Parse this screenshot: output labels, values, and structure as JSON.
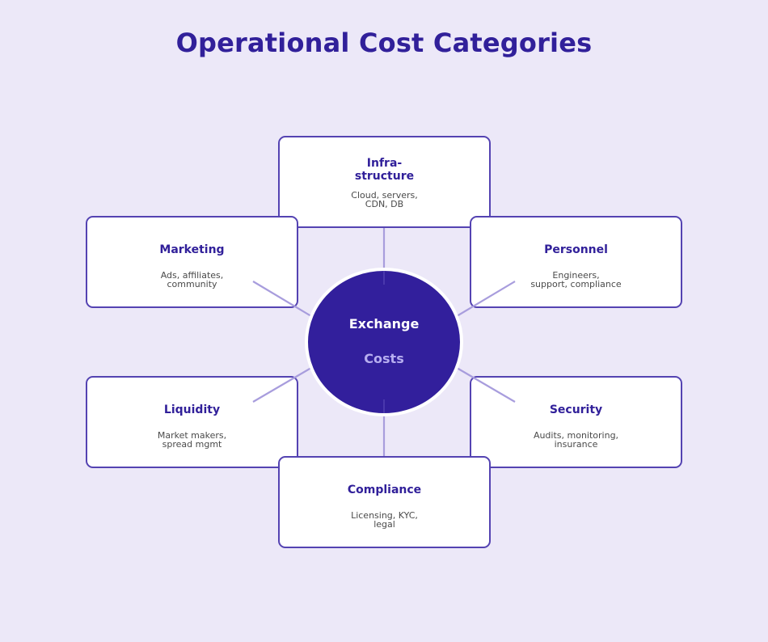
{
  "title": "Operational Cost Categories",
  "hub": {
    "line1": "Exchange",
    "line2": "Costs"
  },
  "categories": [
    {
      "name": "Infra-\nstructure",
      "description": "Cloud, servers,\nCDN, DB",
      "position": "top"
    },
    {
      "name": "Marketing",
      "description": "Ads, affiliates,\ncommunity",
      "position": "upper-left"
    },
    {
      "name": "Personnel",
      "description": "Engineers,\nsupport, compliance",
      "position": "upper-right"
    },
    {
      "name": "Liquidity",
      "description": "Market makers,\nspread mgmt",
      "position": "lower-left"
    },
    {
      "name": "Security",
      "description": "Audits, monitoring,\ninsurance",
      "position": "lower-right"
    },
    {
      "name": "Compliance",
      "description": "Licensing, KYC,\nlegal",
      "position": "bottom"
    }
  ],
  "colors": {
    "background": "#ece8f8",
    "title": "#31209a",
    "hub_fill": "#321f9c",
    "hub_text_primary": "#ffffff",
    "hub_text_secondary": "#b7aef0",
    "box_border": "#5443b2",
    "connector": "#a89ddd",
    "description_text": "#4a4a4a"
  }
}
